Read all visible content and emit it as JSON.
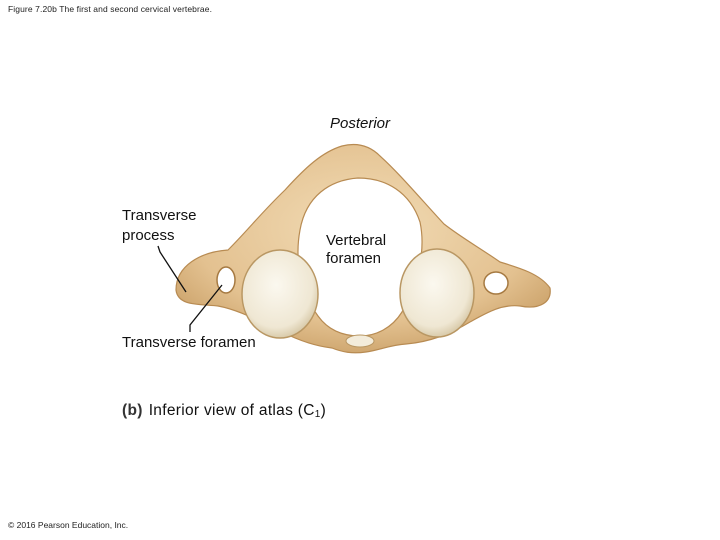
{
  "figure_title": "Figure 7.20b The first and second cervical vertebrae.",
  "labels": {
    "posterior": "Posterior",
    "transverse_process": [
      "Transverse",
      "process"
    ],
    "vertebral_foramen": [
      "Vertebral",
      "foramen"
    ],
    "transverse_foramen": "Transverse foramen"
  },
  "caption": {
    "part": "(b)",
    "text": "Inferior view of atlas (C",
    "subscript": "1",
    "close": ")"
  },
  "copyright": "© 2016 Pearson Education, Inc.",
  "colors": {
    "bone": "#e6c79a",
    "bone_shadow": "#c99f66",
    "cartilage": "#f4efe2",
    "leader": "#111111"
  }
}
